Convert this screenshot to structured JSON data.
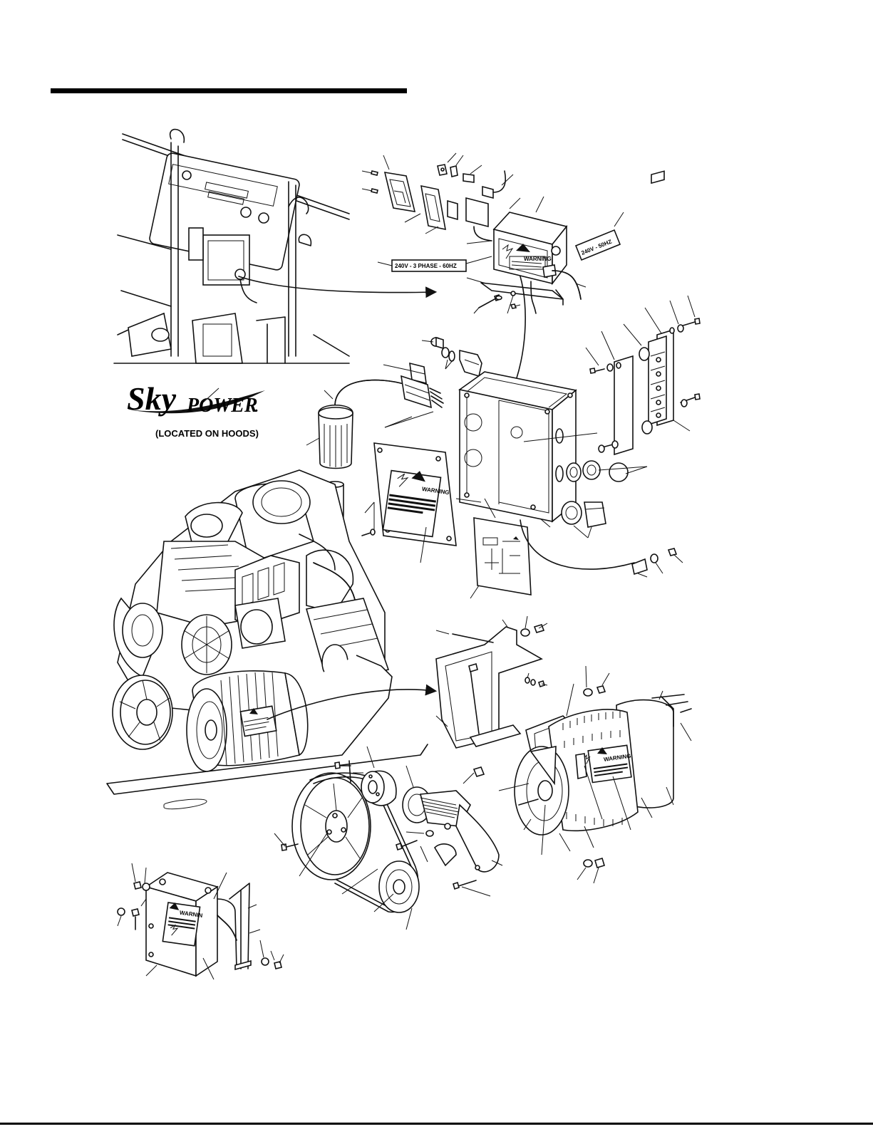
{
  "labels": {
    "voltage_label_3phase": "240V - 3 PHASE - 60HZ",
    "voltage_label_50hz": "240V - 50HZ"
  },
  "logo": {
    "brand_prefix": "Sky",
    "brand_main": "POWER",
    "brand_tm": ".",
    "location_note": "(LOCATED ON HOODS)"
  },
  "warning_decals": {
    "full": "WARNING",
    "truncated": "WARNIN"
  },
  "colors": {
    "ink": "#111111",
    "paper": "#ffffff"
  }
}
